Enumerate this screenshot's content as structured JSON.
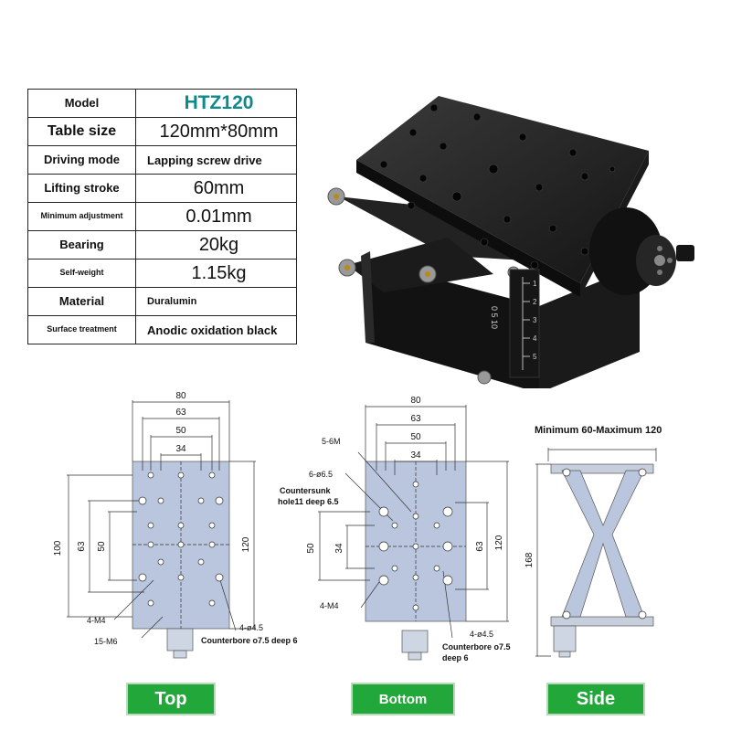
{
  "specs": [
    {
      "key": "Model",
      "value": "HTZ120"
    },
    {
      "key": "Table size",
      "value": "120mm*80mm"
    },
    {
      "key": "Driving mode",
      "value": "Lapping screw drive"
    },
    {
      "key": "Lifting stroke",
      "value": "60mm"
    },
    {
      "key": "Minimum adjustment",
      "value": "0.01mm"
    },
    {
      "key": "Bearing",
      "value": "20kg"
    },
    {
      "key": "Self-weight",
      "value": "1.15kg"
    },
    {
      "key": "Material",
      "value": "Duralumin"
    },
    {
      "key": "Surface treatment",
      "value": "Anodic oxidation black"
    }
  ],
  "photo": {
    "scale_text": "0 5 10",
    "scale_marks": [
      "1",
      "2",
      "3",
      "4",
      "5"
    ]
  },
  "top_view": {
    "dims_top": [
      "80",
      "63",
      "50",
      "34"
    ],
    "dims_left": [
      "100",
      "63",
      "50"
    ],
    "dims_right": [
      "120"
    ],
    "callouts": [
      "4-M4",
      "15-M6",
      "4-ø4.5",
      "Counterbore o7.5 deep 6"
    ]
  },
  "bottom_view": {
    "dims_top": [
      "80",
      "63",
      "50",
      "34"
    ],
    "dims_left": [
      "50",
      "34"
    ],
    "dims_right": [
      "63",
      "120"
    ],
    "callouts": [
      "5-6M",
      "6-ø6.5",
      "Countersunk",
      "hole11 deep 6.5",
      "4-M4",
      "4-ø4.5",
      "Counterbore o7.5",
      "deep 6"
    ]
  },
  "side_view": {
    "heading": "Minimum 60-Maximum 120",
    "dim_left": "168"
  },
  "view_labels": {
    "top": "Top",
    "bottom": "Bottom",
    "side": "Side"
  },
  "colors": {
    "accent": "#22a83a",
    "model": "#0e8a8a",
    "plate": "#b9c6dd"
  }
}
